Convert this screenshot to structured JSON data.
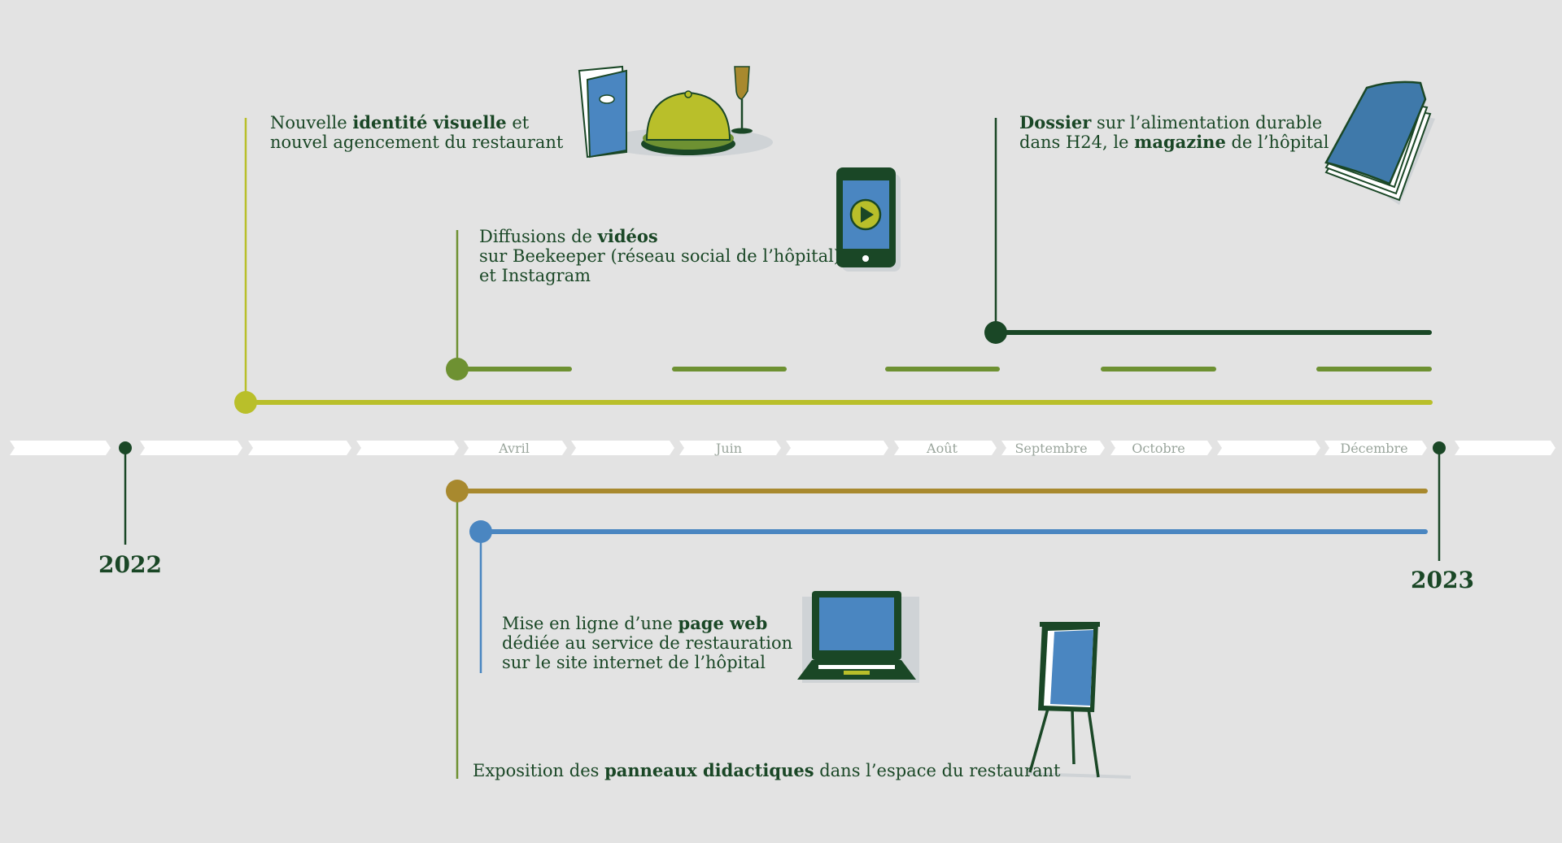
{
  "years": {
    "start": "2022",
    "end": "2023"
  },
  "months": [
    "Avril",
    "Juin",
    "Août",
    "Septembre",
    "Octobre",
    "Décembre"
  ],
  "colors": {
    "background": "#e3e3e3",
    "dark_green": "#1a4726",
    "lime": "#b9bf2a",
    "olive": "#6e9132",
    "ochre": "#a8892e",
    "blue": "#4a86c1",
    "white": "#ffffff"
  },
  "events": {
    "identite": {
      "pre": "Nouvelle ",
      "b": "identité visuelle",
      "post": " et",
      "line2": "nouvel agencement du restaurant",
      "icon": "restaurant-icon"
    },
    "videos": {
      "pre": "Diffusions de ",
      "b": "vidéos",
      "line2": "sur Beekeeper (réseau social de l’hôpital)",
      "line3": "et Instagram",
      "icon": "smartphone-icon"
    },
    "dossier": {
      "b1": "Dossier",
      "post1": " sur l’alimentation durable",
      "pre2": "dans H24, le ",
      "b2": "magazine",
      "post2": " de l’hôpital",
      "icon": "magazine-icon"
    },
    "web": {
      "pre": "Mise en ligne d’une ",
      "b": "page web",
      "line2": "dédiée au service de restauration",
      "line3": "sur le site internet de l’hôpital",
      "icon": "laptop-icon"
    },
    "panneaux": {
      "pre": "Exposition des ",
      "b": "panneaux didactiques",
      "post": " dans l’espace du restaurant",
      "icon": "easel-icon"
    }
  }
}
